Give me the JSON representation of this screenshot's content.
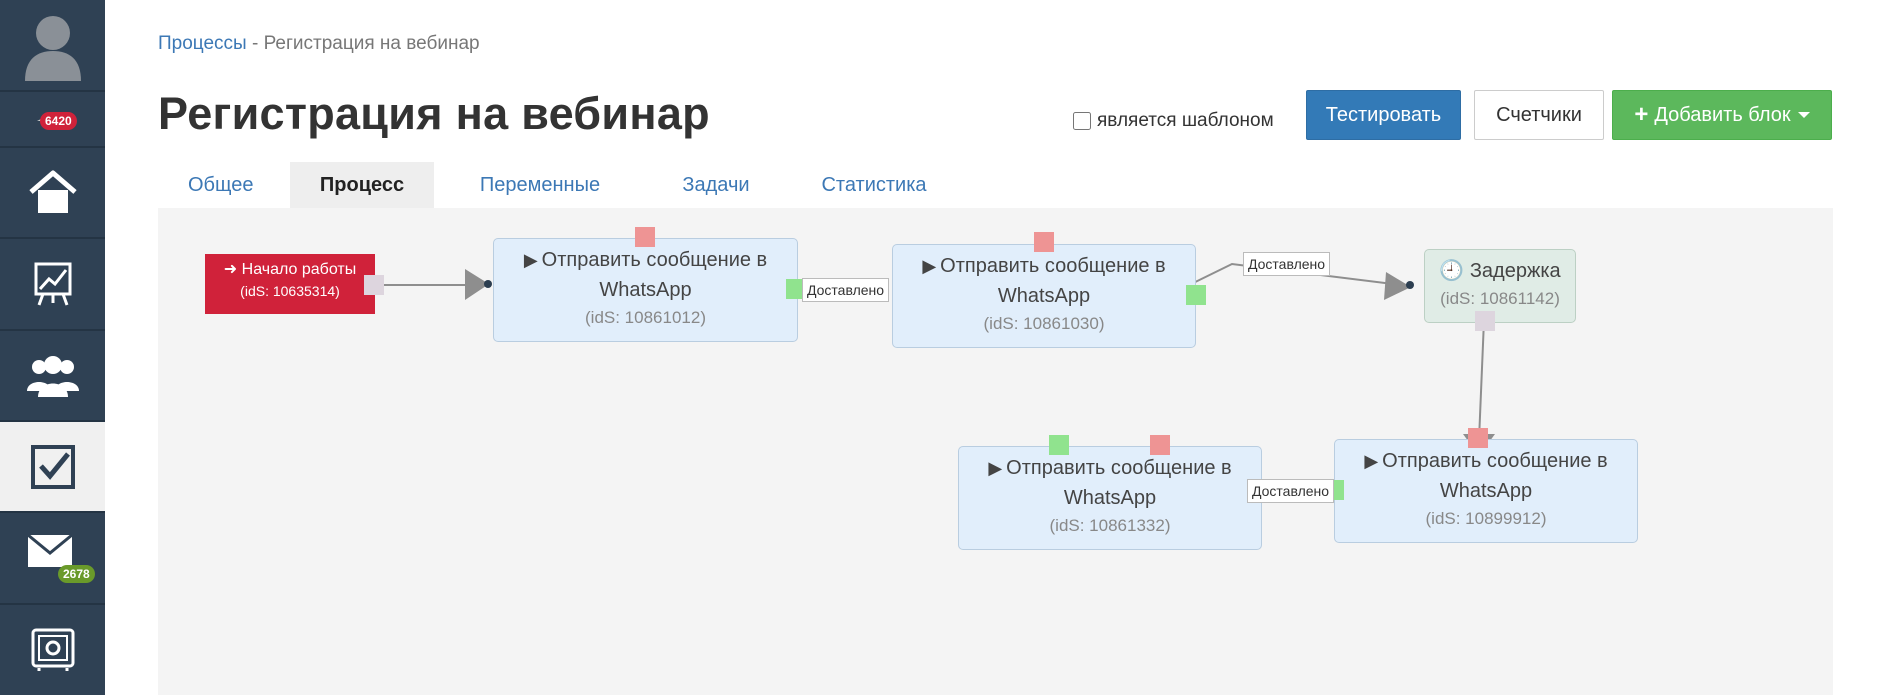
{
  "sidebar": {
    "notifications_count": "6420",
    "mail_count": "2678",
    "colors": {
      "bg": "#2f4154",
      "active_bg": "#f0f0f0",
      "notif_badge": "#d0223a",
      "mail_badge": "#6a9a2a"
    },
    "items": [
      {
        "icon": "user-avatar-icon"
      },
      {
        "icon": "notifications-icon"
      },
      {
        "icon": "home-icon"
      },
      {
        "icon": "chart-board-icon"
      },
      {
        "icon": "users-group-icon"
      },
      {
        "icon": "checkbox-tasks-icon",
        "active": true
      },
      {
        "icon": "mail-icon"
      },
      {
        "icon": "safe-settings-icon"
      }
    ]
  },
  "breadcrumb": {
    "parent": "Процессы",
    "separator": " - ",
    "current": "Регистрация на вебинар"
  },
  "page_title": "Регистрация на вебинар",
  "template_checkbox": {
    "label": "является шаблоном",
    "checked": false
  },
  "buttons": {
    "test": "Тестировать",
    "counters": "Счетчики",
    "add_block": "Добавить блок"
  },
  "tabs": [
    {
      "label": "Общее",
      "active": false
    },
    {
      "label": "Процесс",
      "active": true
    },
    {
      "label": "Переменные",
      "active": false
    },
    {
      "label": "Задачи",
      "active": false
    },
    {
      "label": "Статистика",
      "active": false
    }
  ],
  "flow": {
    "start": {
      "title": "Начало работы",
      "ids": "(idS: 10635314)"
    },
    "nodes": [
      {
        "title": "Отправить сообщение в WhatsApp",
        "ids": "(idS: 10861012)"
      },
      {
        "title": "Отправить сообщение в WhatsApp",
        "ids": "(idS: 10861030)"
      },
      {
        "title": "Задержка",
        "ids": "(idS: 10861142)"
      },
      {
        "title": "Отправить сообщение в WhatsApp",
        "ids": "(idS: 10861332)"
      },
      {
        "title": "Отправить сообщение в WhatsApp",
        "ids": "(idS: 10899912)"
      }
    ],
    "edge_labels": [
      "Доставлено",
      "Доставлено",
      "Доставлено"
    ]
  }
}
